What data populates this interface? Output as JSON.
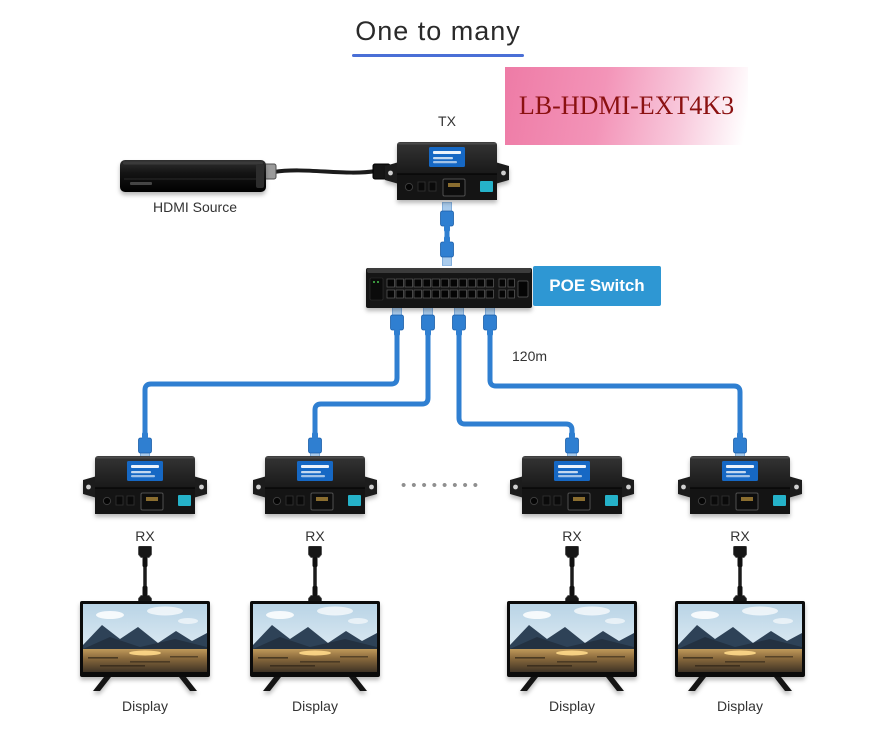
{
  "title": "One to many",
  "model_label": "LB-HDMI-EXT4K3",
  "source": {
    "label": "HDMI Source"
  },
  "tx": {
    "label": "TX"
  },
  "poe_switch": {
    "label": "POE Switch"
  },
  "distance_label": "120m",
  "ellipsis": "••••••••",
  "rx_units": [
    {
      "label": "RX"
    },
    {
      "label": "RX"
    },
    {
      "label": "RX"
    },
    {
      "label": "RX"
    }
  ],
  "displays": [
    {
      "label": "Display"
    },
    {
      "label": "Display"
    },
    {
      "label": "Display"
    },
    {
      "label": "Display"
    }
  ],
  "icons": {
    "source_device": "media-player",
    "tx_device": "hdmi-extender-transmitter",
    "rx_device": "hdmi-extender-receiver",
    "switch_device": "ethernet-poe-switch",
    "blue_cable": "ethernet-cable-rj45",
    "black_cable": "hdmi-cable",
    "tv": "television-display"
  },
  "colors": {
    "ethernet_cable": "#2f7fd1",
    "switch_badge_bg": "#2e97d3",
    "title_underline": "#4a6fd6",
    "model_text": "#8b1111",
    "model_highlight": "#ee7ba6",
    "label_text": "#333333"
  }
}
